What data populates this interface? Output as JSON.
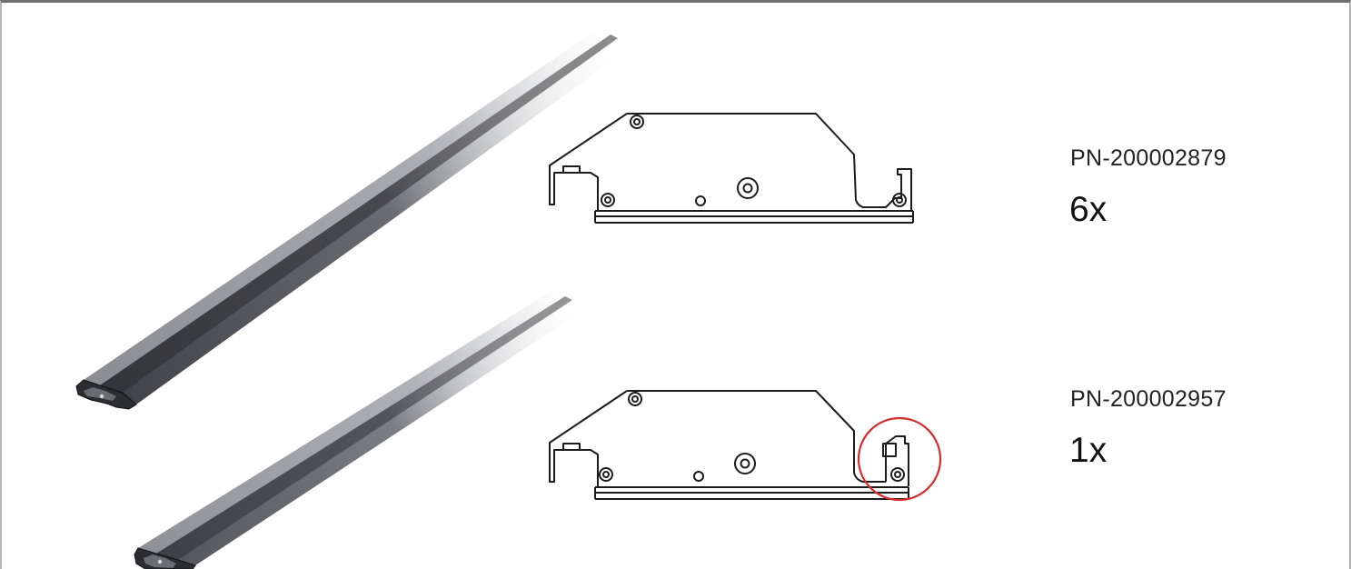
{
  "parts": [
    {
      "code": "PN-200002879",
      "quantity": "6x"
    },
    {
      "code": "PN-200002957",
      "quantity": "1x"
    }
  ],
  "colors": {
    "rail": "#5b5d62",
    "rail_dark": "#3a3b3f",
    "line": "#1c1c1c",
    "highlight": "#d62c2c",
    "frame": "#6f6f6f"
  }
}
